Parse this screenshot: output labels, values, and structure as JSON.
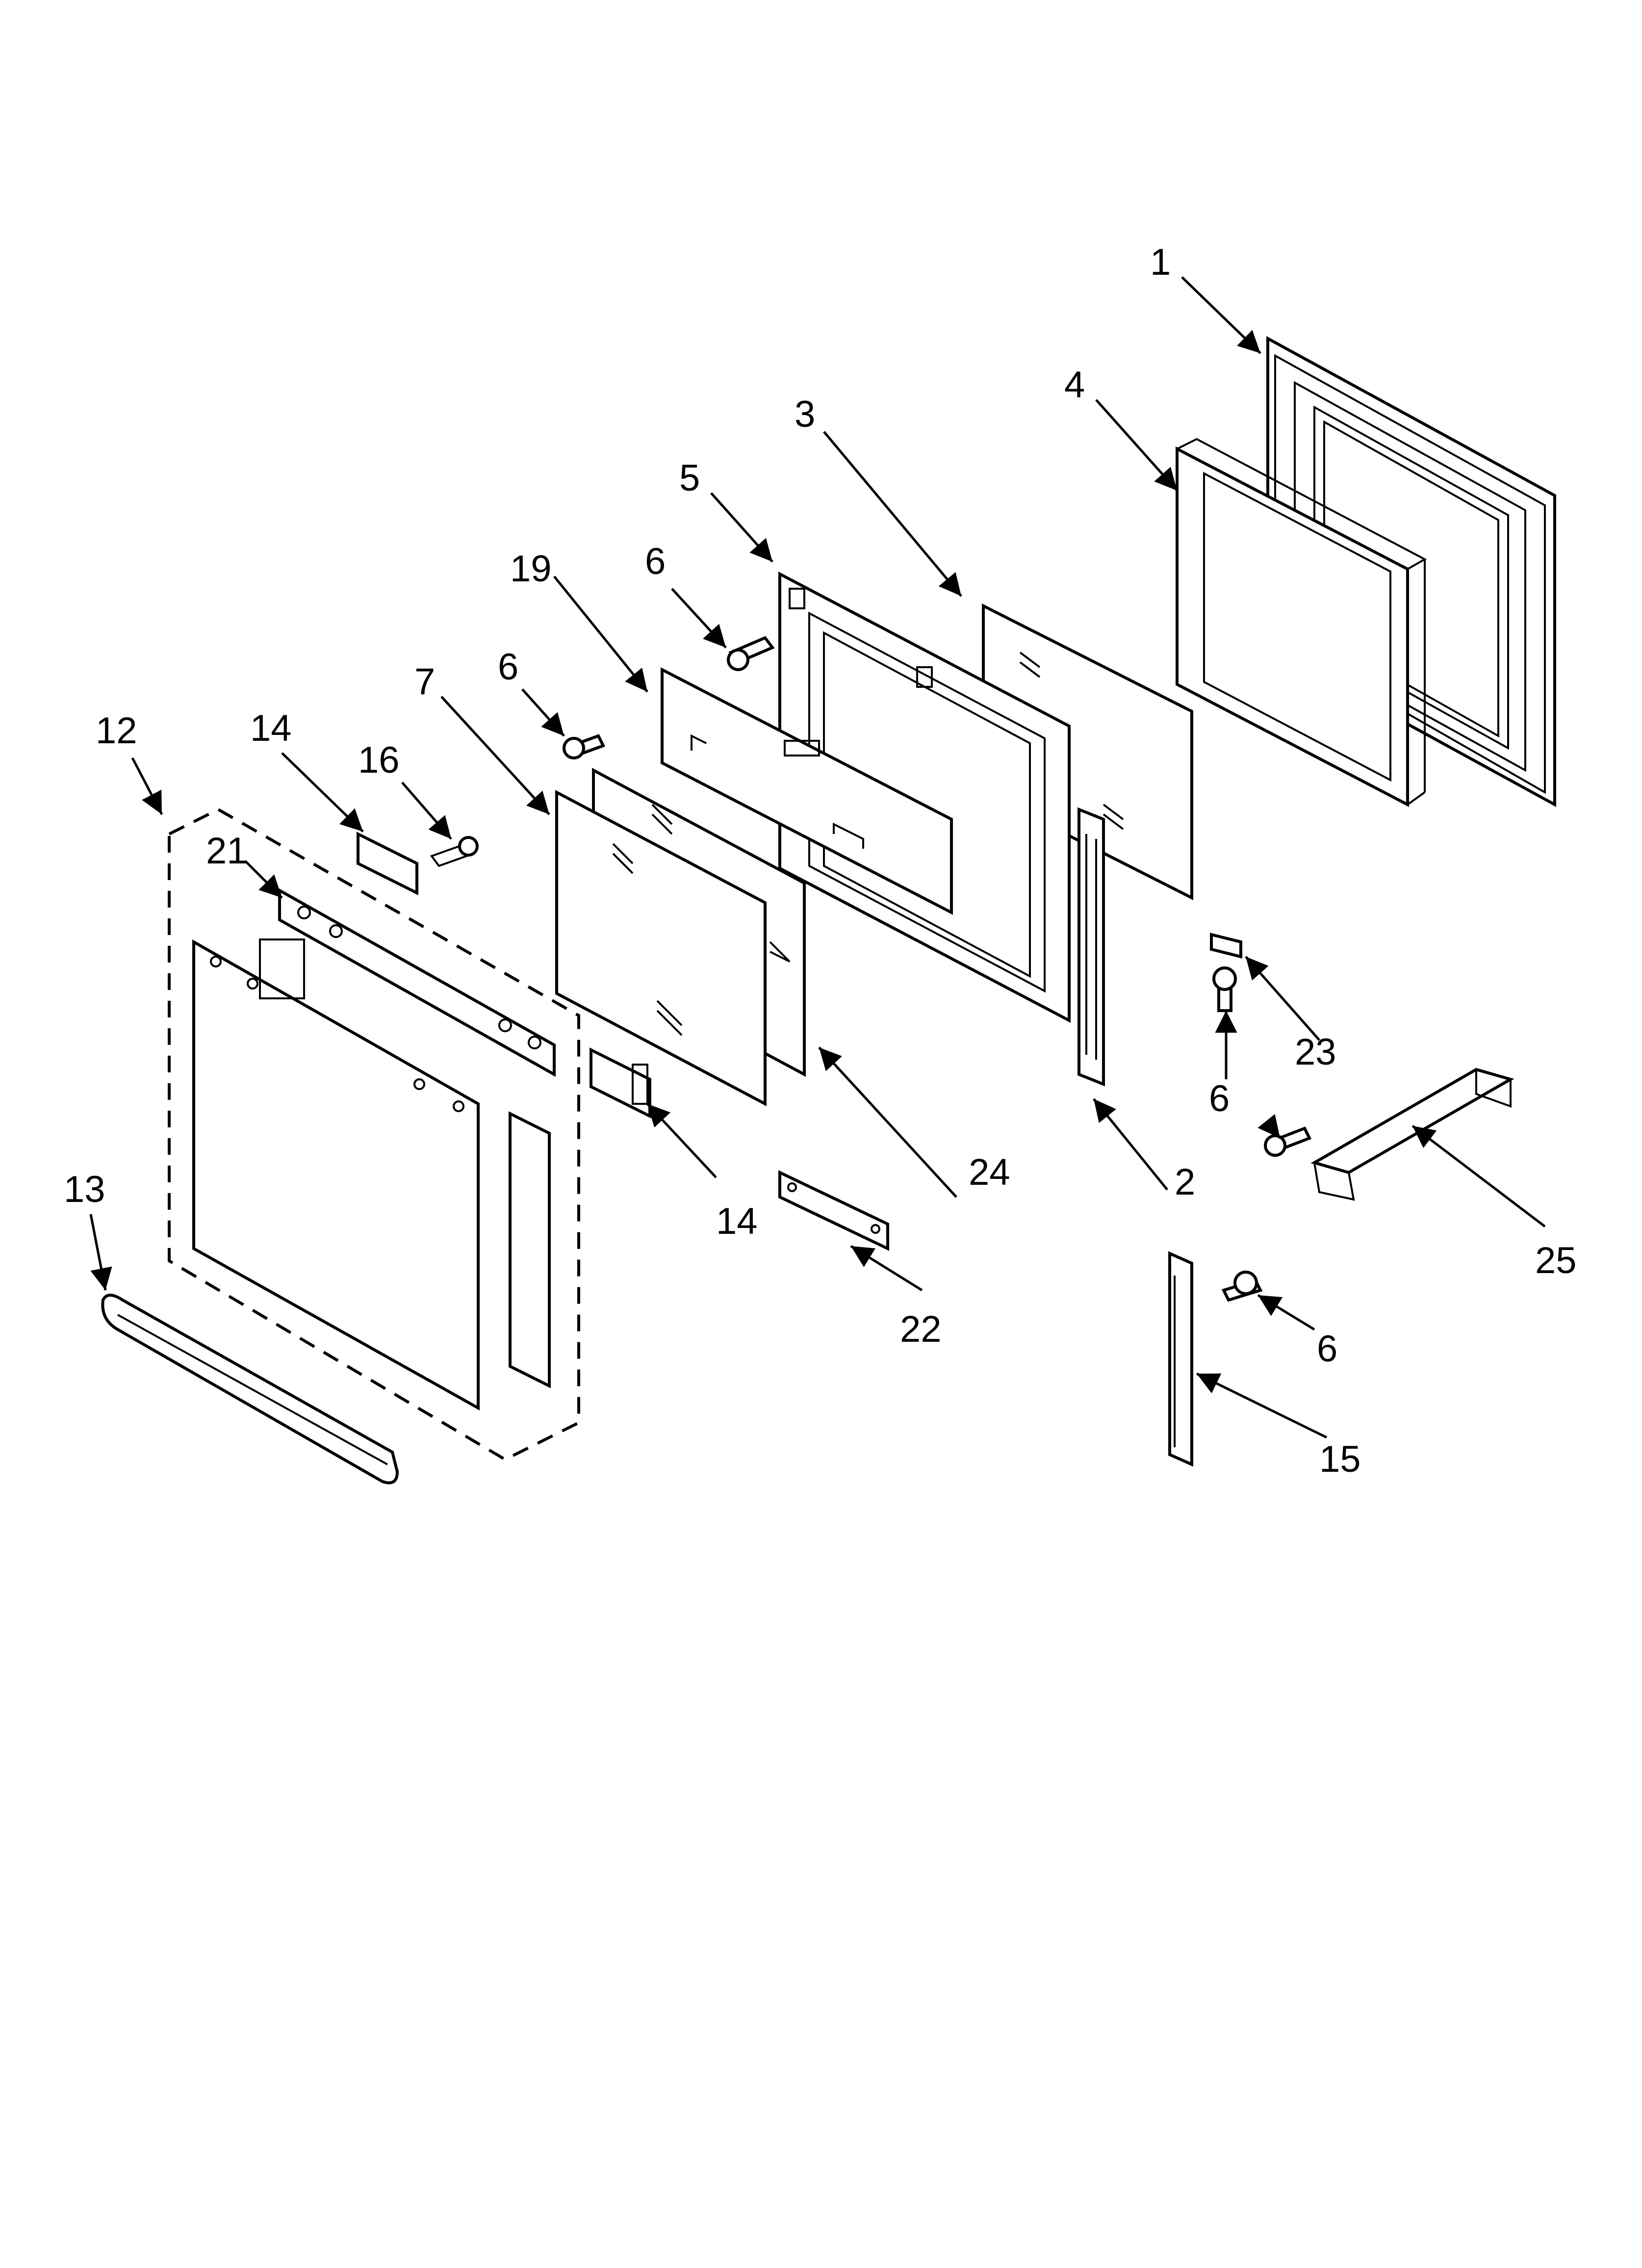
{
  "callouts": [
    {
      "id": "c1",
      "text": "1"
    },
    {
      "id": "c4",
      "text": "4"
    },
    {
      "id": "c3",
      "text": "3"
    },
    {
      "id": "c5",
      "text": "5"
    },
    {
      "id": "c19",
      "text": "19"
    },
    {
      "id": "c6a",
      "text": "6"
    },
    {
      "id": "c6b",
      "text": "6"
    },
    {
      "id": "c7",
      "text": "7"
    },
    {
      "id": "c12",
      "text": "12"
    },
    {
      "id": "c14a",
      "text": "14"
    },
    {
      "id": "c16",
      "text": "16"
    },
    {
      "id": "c21",
      "text": "21"
    },
    {
      "id": "c23",
      "text": "23"
    },
    {
      "id": "c6c",
      "text": "6"
    },
    {
      "id": "c24",
      "text": "24"
    },
    {
      "id": "c2",
      "text": "2"
    },
    {
      "id": "c14b",
      "text": "14"
    },
    {
      "id": "c25",
      "text": "25"
    },
    {
      "id": "c13",
      "text": "13"
    },
    {
      "id": "c22",
      "text": "22"
    },
    {
      "id": "c6d",
      "text": "6"
    },
    {
      "id": "c15",
      "text": "15"
    }
  ]
}
